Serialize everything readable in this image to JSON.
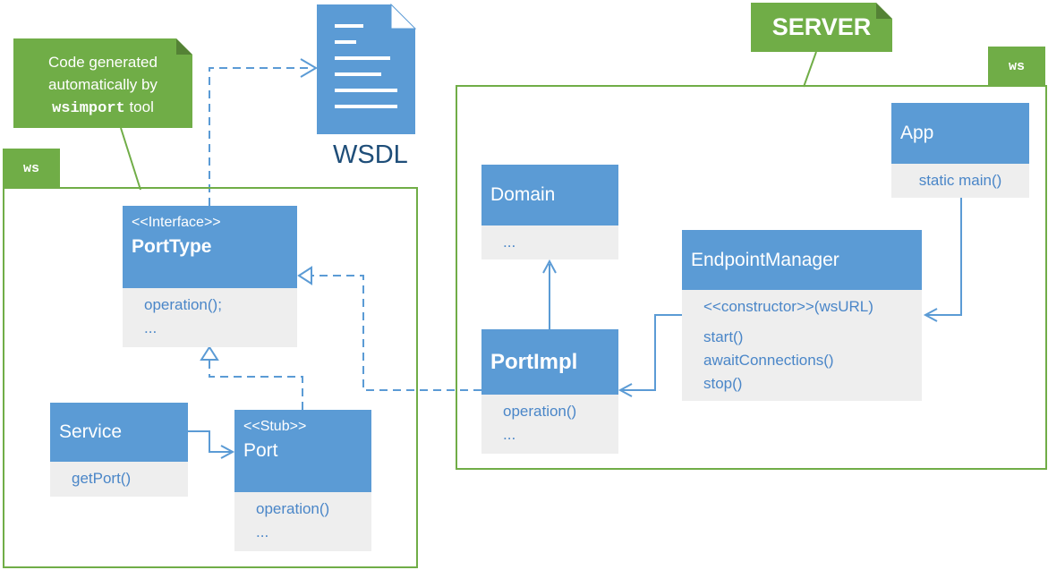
{
  "note": {
    "line1": "Code generated",
    "line2": "automatically by",
    "tool": "wsimport",
    "line3_suffix": " tool"
  },
  "client_package": {
    "tag": "ws"
  },
  "server_package": {
    "tag": "ws",
    "title": "SERVER"
  },
  "wsdl": {
    "label": "WSDL"
  },
  "classes": {
    "port_type": {
      "stereotype": "<<Interface>>",
      "name": "PortType",
      "members": [
        "operation();",
        "..."
      ]
    },
    "service": {
      "name": "Service",
      "members": [
        "getPort()"
      ]
    },
    "port": {
      "stereotype": "<<Stub>>",
      "name": "Port",
      "members": [
        "operation()",
        "..."
      ]
    },
    "domain": {
      "name": "Domain",
      "members": [
        "..."
      ]
    },
    "port_impl": {
      "name": "PortImpl",
      "members": [
        "operation()",
        "..."
      ]
    },
    "endpoint_manager": {
      "name": "EndpointManager",
      "constructor": "<<constructor>>(wsURL)",
      "members": [
        "start()",
        "awaitConnections()",
        "stop()"
      ]
    },
    "app": {
      "name": "App",
      "members": [
        "static main()"
      ]
    }
  },
  "colors": {
    "package_green": "#70ad47",
    "class_blue": "#5b9bd5",
    "body_gray": "#eeeeee",
    "member_text": "#4a86c8",
    "wsdl_doc": "#5b9bd5"
  }
}
